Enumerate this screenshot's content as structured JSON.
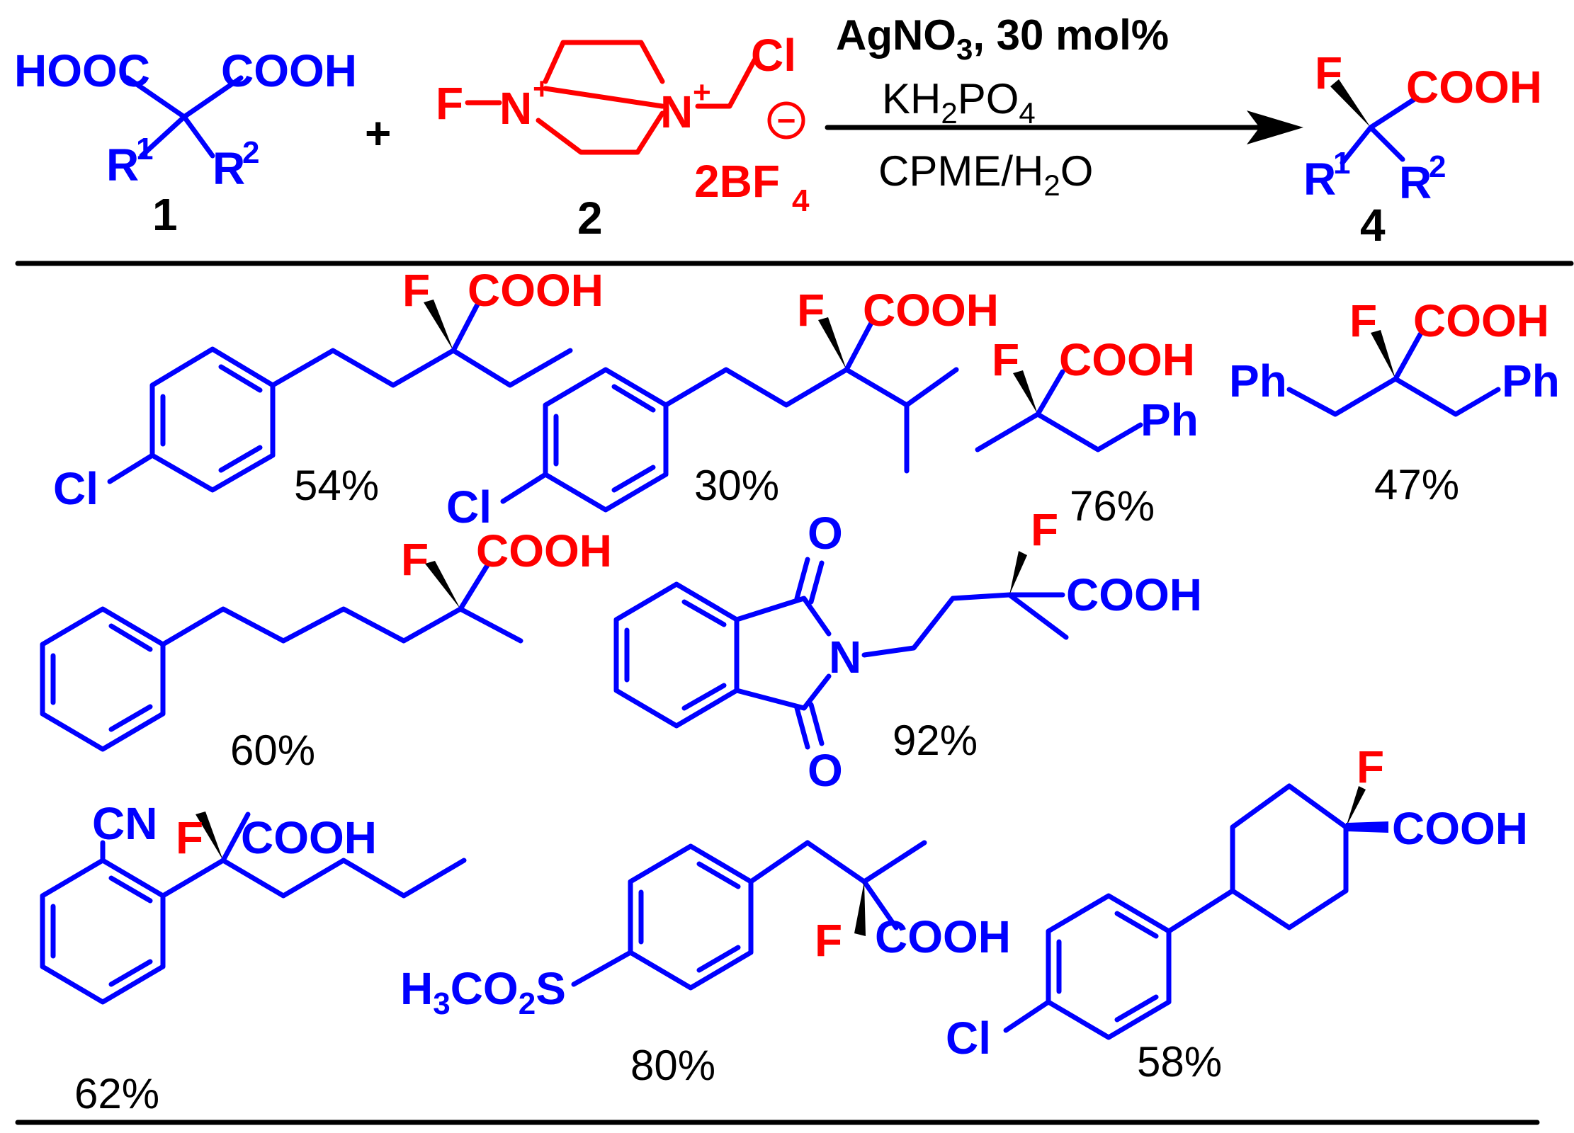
{
  "reaction": {
    "reactant_1": {
      "hooc": "HOOC",
      "cooh": "COOH",
      "r1": "R",
      "r1_sup": "1",
      "r2": "R",
      "r2_sup": "2",
      "label": "1"
    },
    "plus": "+",
    "reagent_2": {
      "f": "F",
      "n_plus_1": "N",
      "n_plus_2": "N",
      "charge": "+",
      "cl": "Cl",
      "counter_ion": "2BF",
      "counter_ion_sub": "4",
      "minus_symbol": "−",
      "label": "2"
    },
    "conditions": {
      "catalyst": "AgNO",
      "catalyst_sub": "3",
      "catalyst_loading": ", 30 mol%",
      "base": "KH",
      "base_sub1": "2",
      "base_mid": "PO",
      "base_sub2": "4",
      "solvent": "CPME/H",
      "solvent_sub": "2",
      "solvent_end": "O"
    },
    "product_4": {
      "f": "F",
      "cooh": "COOH",
      "r1": "R",
      "r1_sup": "1",
      "r2": "R",
      "r2_sup": "2",
      "label": "4"
    }
  },
  "products": [
    {
      "labels": {
        "cl": "Cl",
        "f": "F",
        "cooh": "COOH"
      },
      "yield": "54%"
    },
    {
      "labels": {
        "cl": "Cl",
        "f": "F",
        "cooh": "COOH"
      },
      "yield": "30%"
    },
    {
      "labels": {
        "f": "F",
        "cooh": "COOH",
        "ph": "Ph"
      },
      "yield": "76%"
    },
    {
      "labels": {
        "ph_left": "Ph",
        "ph_right": "Ph",
        "f": "F",
        "cooh": "COOH"
      },
      "yield": "47%"
    },
    {
      "labels": {
        "f": "F",
        "cooh": "COOH"
      },
      "yield": "60%"
    },
    {
      "labels": {
        "o_top": "O",
        "o_bottom": "O",
        "n": "N",
        "f": "F",
        "cooh": "COOH"
      },
      "yield": "92%"
    },
    {
      "labels": {
        "cn": "CN",
        "f": "F",
        "cooh": "COOH"
      },
      "yield": "62%"
    },
    {
      "labels": {
        "h3co2s_h": "H",
        "h3co2s_3": "3",
        "h3co2s_co": "CO",
        "h3co2s_2": "2",
        "h3co2s_s": "S",
        "f": "F",
        "cooh": "COOH"
      },
      "yield": "80%"
    },
    {
      "labels": {
        "cl": "Cl",
        "f": "F",
        "cooh": "COOH"
      },
      "yield": "58%"
    }
  ],
  "colors": {
    "substrate": "#0000ff",
    "fluorine_reagent": "#ff0000",
    "text": "#000000"
  }
}
